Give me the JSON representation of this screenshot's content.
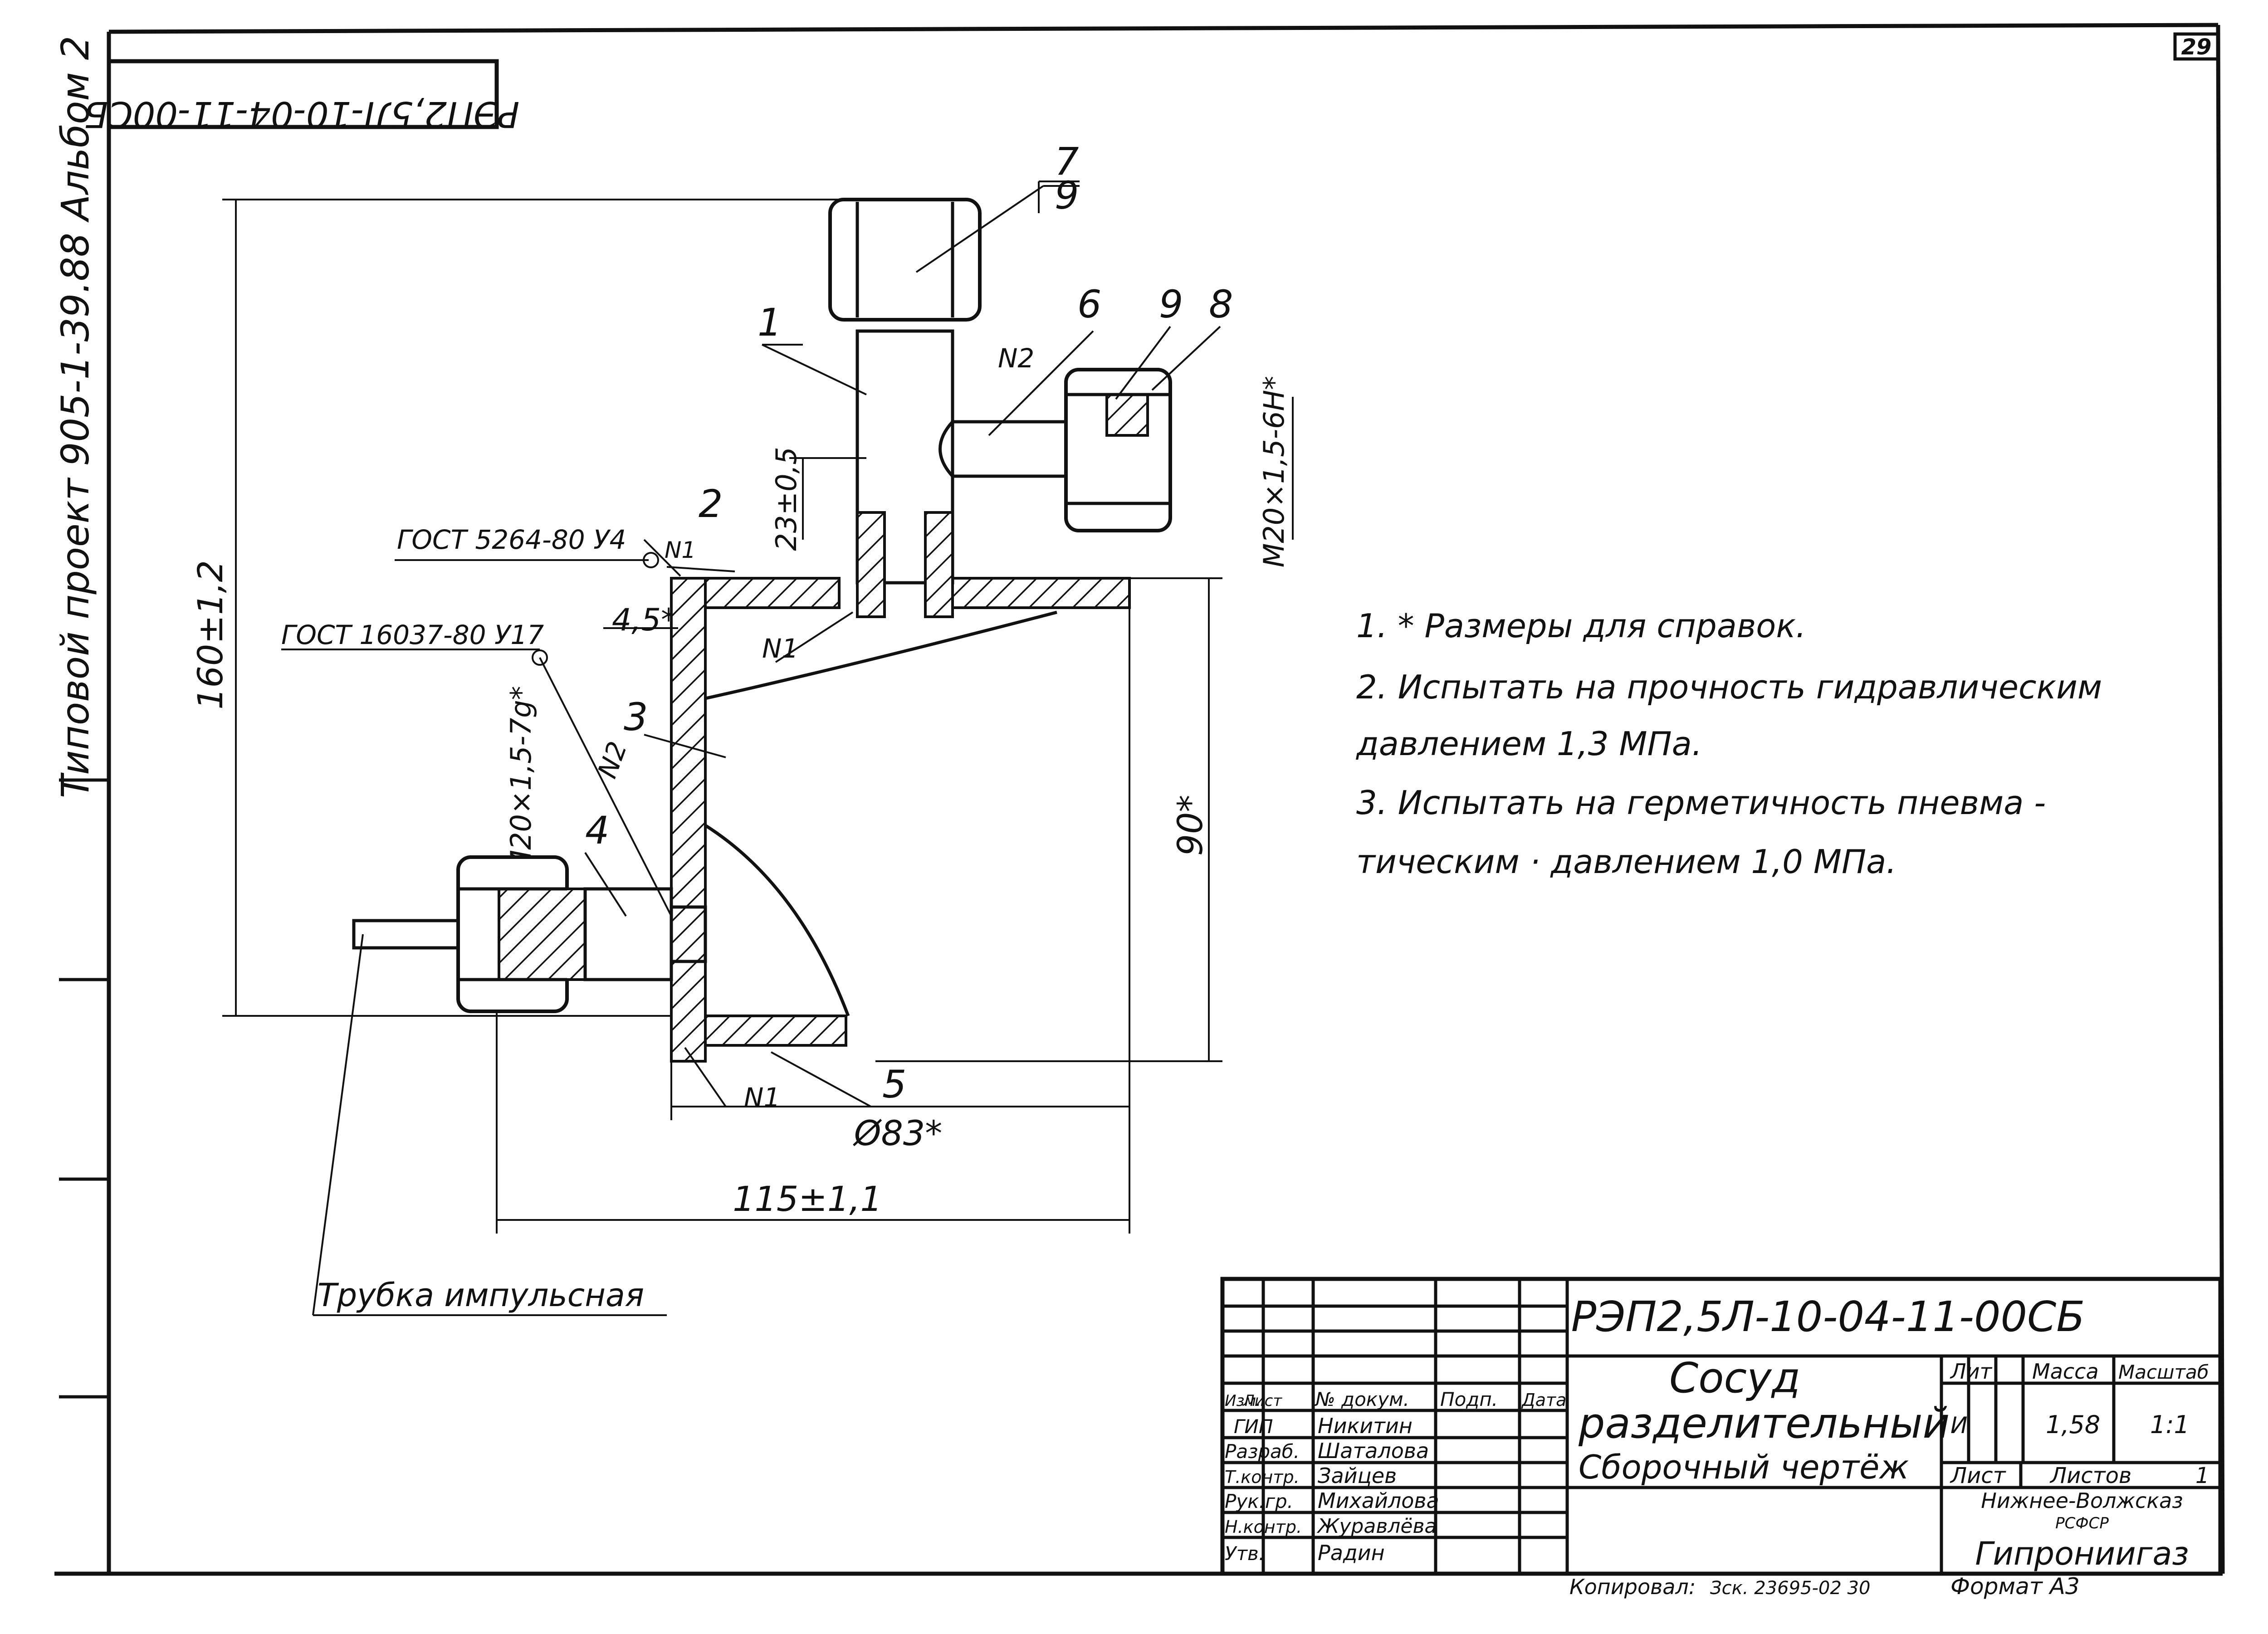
{
  "sheet": {
    "page_number": "29",
    "album_side_label": "Типовой проект 905-1-39.88   Альбом 2",
    "top_left_code": "РЭП2,5Л-10-04-11-00СБ",
    "copy_note": "Копировал:",
    "copy_stamp": "Зск. 23695-02  30",
    "format_label": "Формат А3"
  },
  "dimensions": {
    "height_total": "160±1,2",
    "width_total": "115±1,1",
    "diameter": "Ø83*",
    "height_body": "90*",
    "thread_top": "M20×1,5-6H*",
    "thread_left": "M20×1,5-7g*",
    "spacing": "23±0,5",
    "wall": "4,5*"
  },
  "welds": {
    "gost_top": "ГОСТ 5264-80 У4",
    "gost_left": "ГОСТ 16037-80 У17",
    "n1": "N1",
    "n2": "N2"
  },
  "positions": {
    "p1": "1",
    "p2": "2",
    "p3": "3",
    "p4": "4",
    "p5": "5",
    "p6": "6",
    "p7": "7",
    "p7sub": "9",
    "p8": "8",
    "p9": "9"
  },
  "tube_label": "Трубка импульсная",
  "notes": [
    "1. * Размеры для справок.",
    "2.  Испытать на прочность гидравлическим",
    "давлением   1,3 МПа.",
    "3.  Испытать на герметичность пневма -",
    "тическим · давлением  1,0 МПа."
  ],
  "title_block": {
    "designation": "РЭП2,5Л-10-04-11-00СБ",
    "name_line1": "Сосуд",
    "name_line2": "разделительный",
    "name_line3": "Сборочный чертёж",
    "col_izm": "Изм.",
    "col_list": "Лист",
    "col_doc": "№ докум.",
    "col_sign": "Подп.",
    "col_date": "Дата",
    "roles": [
      "ГИП",
      "Разраб.",
      "Т.контр.",
      "Рук.гр.",
      "Н.контр.",
      "Утв."
    ],
    "people": [
      "Никитин",
      "Шаталова",
      "Зайцев",
      "Михайлова",
      "Журавлёва",
      "Радин"
    ],
    "lit_label": "Лит",
    "mass_label": "Масса",
    "scale_label": "Масштаб",
    "lit_value": "И",
    "mass_value": "1,58",
    "scale_value": "1:1",
    "sheet_label": "Лист",
    "sheets_label": "Листов",
    "sheets_value": "1",
    "org1": "Нижнее-Волжсказ",
    "org1_sub": "РСФСР",
    "org2": "Гипрониигаз"
  }
}
